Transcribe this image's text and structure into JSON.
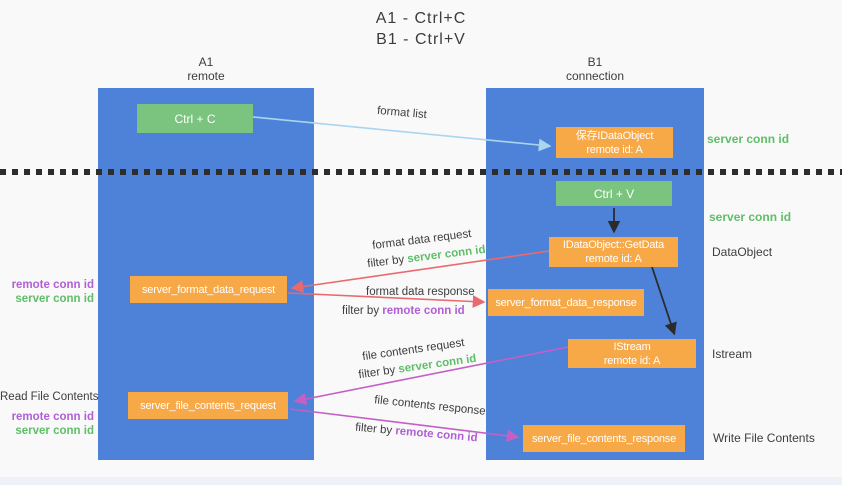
{
  "title": {
    "line1": "A1 - Ctrl+C",
    "line2": "B1 - Ctrl+V"
  },
  "lifelines": {
    "a1": {
      "name": "A1",
      "role": "remote"
    },
    "b1": {
      "name": "B1",
      "role": "connection"
    }
  },
  "boxes": {
    "ctrl_c": "Ctrl + C",
    "ctrl_v": "Ctrl + V",
    "save_dataobject": {
      "line1": "保存IDataObject",
      "line2": "remote id: A"
    },
    "getdata": {
      "line1": "IDataObject::GetData",
      "line2": "remote id: A"
    },
    "istream": {
      "line1": "IStream",
      "line2": "remote id: A"
    },
    "format_request": "server_format_data_request",
    "format_response": "server_format_data_response",
    "file_request": "server_file_contents_request",
    "file_response": "server_file_contents_response"
  },
  "labels": {
    "format_list": "format list",
    "format_data_request": "format data request",
    "format_data_response": "format data response",
    "file_contents_request": "file contents request",
    "file_contents_response": "file contents response",
    "filter_by": "filter by",
    "server_conn_id": "server conn id",
    "remote_conn_id": "remote conn id",
    "dataobject": "DataObject",
    "istream": "Istream",
    "read_file_contents": "Read File Contents",
    "write_file_contents": "Write File Contents"
  },
  "colors": {
    "column_blue": "#4e82d8",
    "box_green": "#7ac47f",
    "box_orange": "#f7a847",
    "arrow_blue": "#a9d5ef",
    "arrow_red": "#e96a6e",
    "arrow_magenta": "#c45fc5",
    "arrow_black": "#2b2b2b",
    "green_text": "#5fbe68",
    "purple_text": "#b05fd6",
    "dark_text": "#3d3d3d"
  }
}
